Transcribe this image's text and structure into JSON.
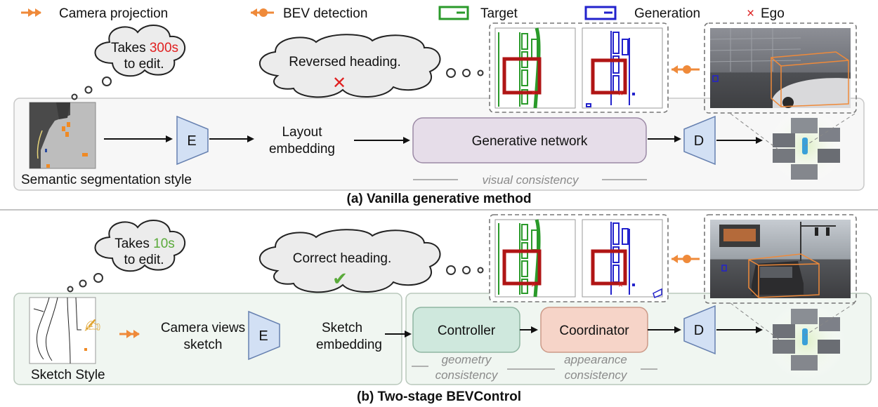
{
  "legend": {
    "camera_projection": "Camera projection",
    "bev_detection": "BEV detection",
    "target": "Target",
    "generation": "Generation",
    "ego": "Ego",
    "ego_symbol": "×"
  },
  "colors": {
    "orange": "#ef8a3a",
    "target_green": "#2a9a2a",
    "generation_blue": "#2222cc",
    "ego_red": "#dd2222",
    "highlight_red": "#b01515",
    "time_red": "#e02020",
    "time_green": "#5aaa3a",
    "panel_gray": "#f7f7f7",
    "panel_green": "#f0f6f1",
    "generative_network": "#e6dde9",
    "controller": "#cfe8dd",
    "coordinator": "#f6d4c8",
    "encoder_blue": "#d2e0f4",
    "cloud": "#ececec"
  },
  "section_a": {
    "caption": "(a) Vanilla generative method",
    "cloud_time": {
      "prefix": "Takes ",
      "value": "300s",
      "line2": "to edit."
    },
    "cloud_heading": {
      "text": "Reversed heading.",
      "mark": "✕"
    },
    "input_label": "Semantic segmentation style",
    "encoder": "E",
    "embedding": [
      "Layout",
      "embedding"
    ],
    "network": "Generative network",
    "decoder": "D",
    "consistency": "visual consistency"
  },
  "section_b": {
    "caption": "(b) Two-stage BEVControl",
    "cloud_time": {
      "prefix": "Takes ",
      "value": "10s",
      "line2": "to edit."
    },
    "cloud_heading": {
      "text": "Correct heading.",
      "mark": "✔"
    },
    "input_label": "Sketch Style",
    "camera_views": [
      "Camera views",
      "sketch"
    ],
    "encoder": "E",
    "embedding": [
      "Sketch",
      "embedding"
    ],
    "controller": "Controller",
    "coordinator": "Coordinator",
    "decoder": "D",
    "geometry": [
      "geometry",
      "consistency"
    ],
    "appearance": [
      "appearance",
      "consistency"
    ]
  }
}
